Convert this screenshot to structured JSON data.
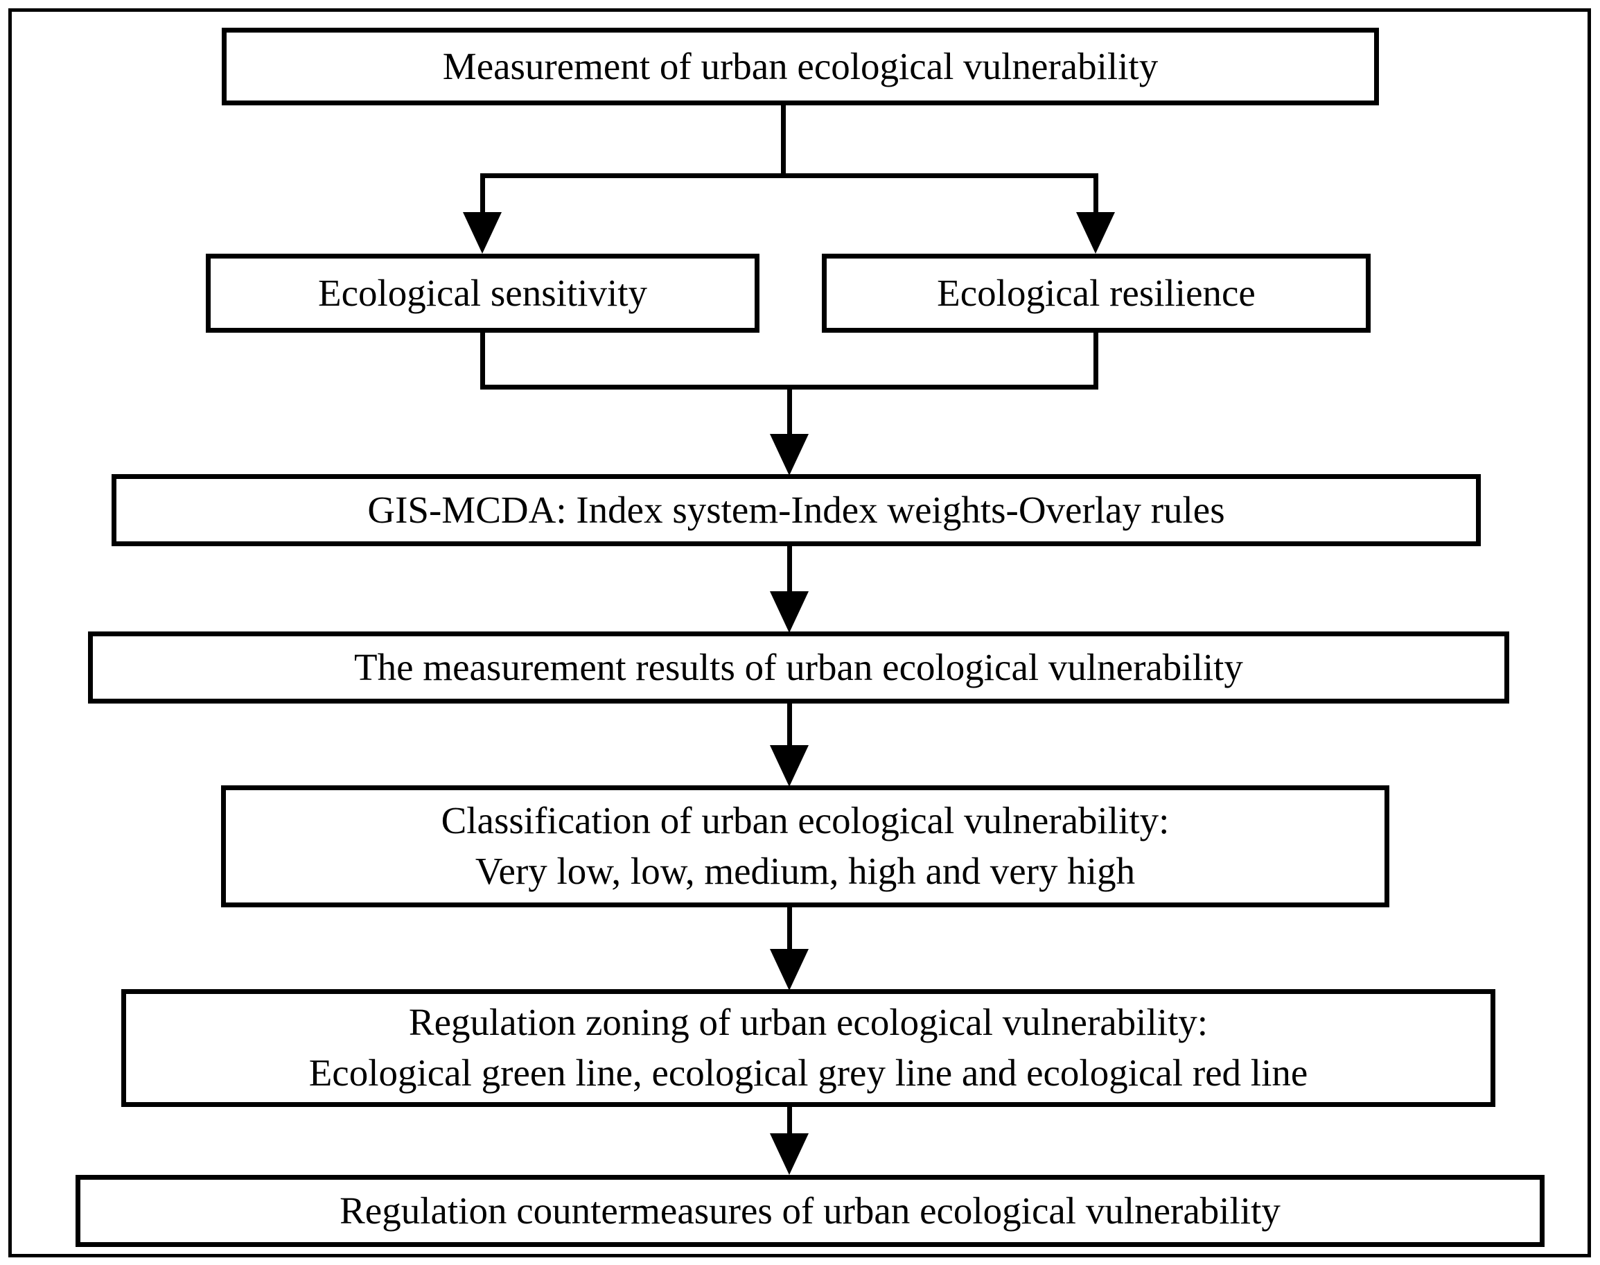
{
  "diagram": {
    "type": "flowchart",
    "colors": {
      "line": "#000000",
      "background": "#ffffff",
      "text": "#000000"
    },
    "nodes": {
      "measurement": {
        "label": "Measurement of urban ecological vulnerability"
      },
      "sensitivity": {
        "label": "Ecological sensitivity"
      },
      "resilience": {
        "label": "Ecological resilience"
      },
      "gis_mcda": {
        "label": "GIS-MCDA: Index system-Index weights-Overlay rules"
      },
      "results": {
        "label": "The measurement results of urban ecological vulnerability"
      },
      "classification": {
        "line1": "Classification of urban ecological vulnerability:",
        "line2": "Very low, low, medium, high and very high"
      },
      "zoning": {
        "line1": "Regulation zoning of urban ecological vulnerability:",
        "line2": "Ecological green line, ecological grey line and ecological red line"
      },
      "countermeasures": {
        "label": "Regulation countermeasures of urban ecological vulnerability"
      }
    },
    "edges": [
      {
        "from": "measurement",
        "to": "sensitivity"
      },
      {
        "from": "measurement",
        "to": "resilience"
      },
      {
        "from": "sensitivity",
        "to": "gis_mcda"
      },
      {
        "from": "resilience",
        "to": "gis_mcda"
      },
      {
        "from": "gis_mcda",
        "to": "results"
      },
      {
        "from": "results",
        "to": "classification"
      },
      {
        "from": "classification",
        "to": "zoning"
      },
      {
        "from": "zoning",
        "to": "countermeasures"
      }
    ]
  }
}
